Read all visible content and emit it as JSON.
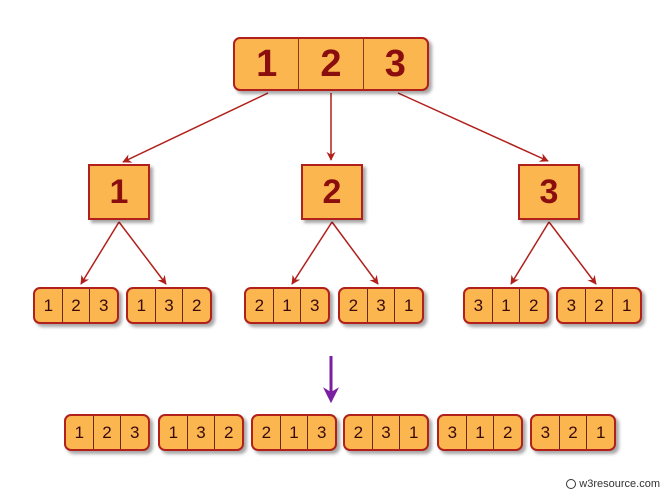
{
  "root": [
    "1",
    "2",
    "3"
  ],
  "level1": [
    {
      "value": "1",
      "children": [
        [
          "1",
          "2",
          "3"
        ],
        [
          "1",
          "3",
          "2"
        ]
      ]
    },
    {
      "value": "2",
      "children": [
        [
          "2",
          "1",
          "3"
        ],
        [
          "2",
          "3",
          "1"
        ]
      ]
    },
    {
      "value": "3",
      "children": [
        [
          "3",
          "1",
          "2"
        ],
        [
          "3",
          "2",
          "1"
        ]
      ]
    }
  ],
  "result": [
    [
      "1",
      "2",
      "3"
    ],
    [
      "1",
      "3",
      "2"
    ],
    [
      "2",
      "1",
      "3"
    ],
    [
      "2",
      "3",
      "1"
    ],
    [
      "3",
      "1",
      "2"
    ],
    [
      "3",
      "2",
      "1"
    ]
  ],
  "colors": {
    "fill": "#fbb650",
    "border": "#b1201b",
    "text": "#8b0e0e",
    "arrow": "#b1201b",
    "collect_arrow": "#7b1fa2"
  },
  "watermark": "w3resource.com"
}
